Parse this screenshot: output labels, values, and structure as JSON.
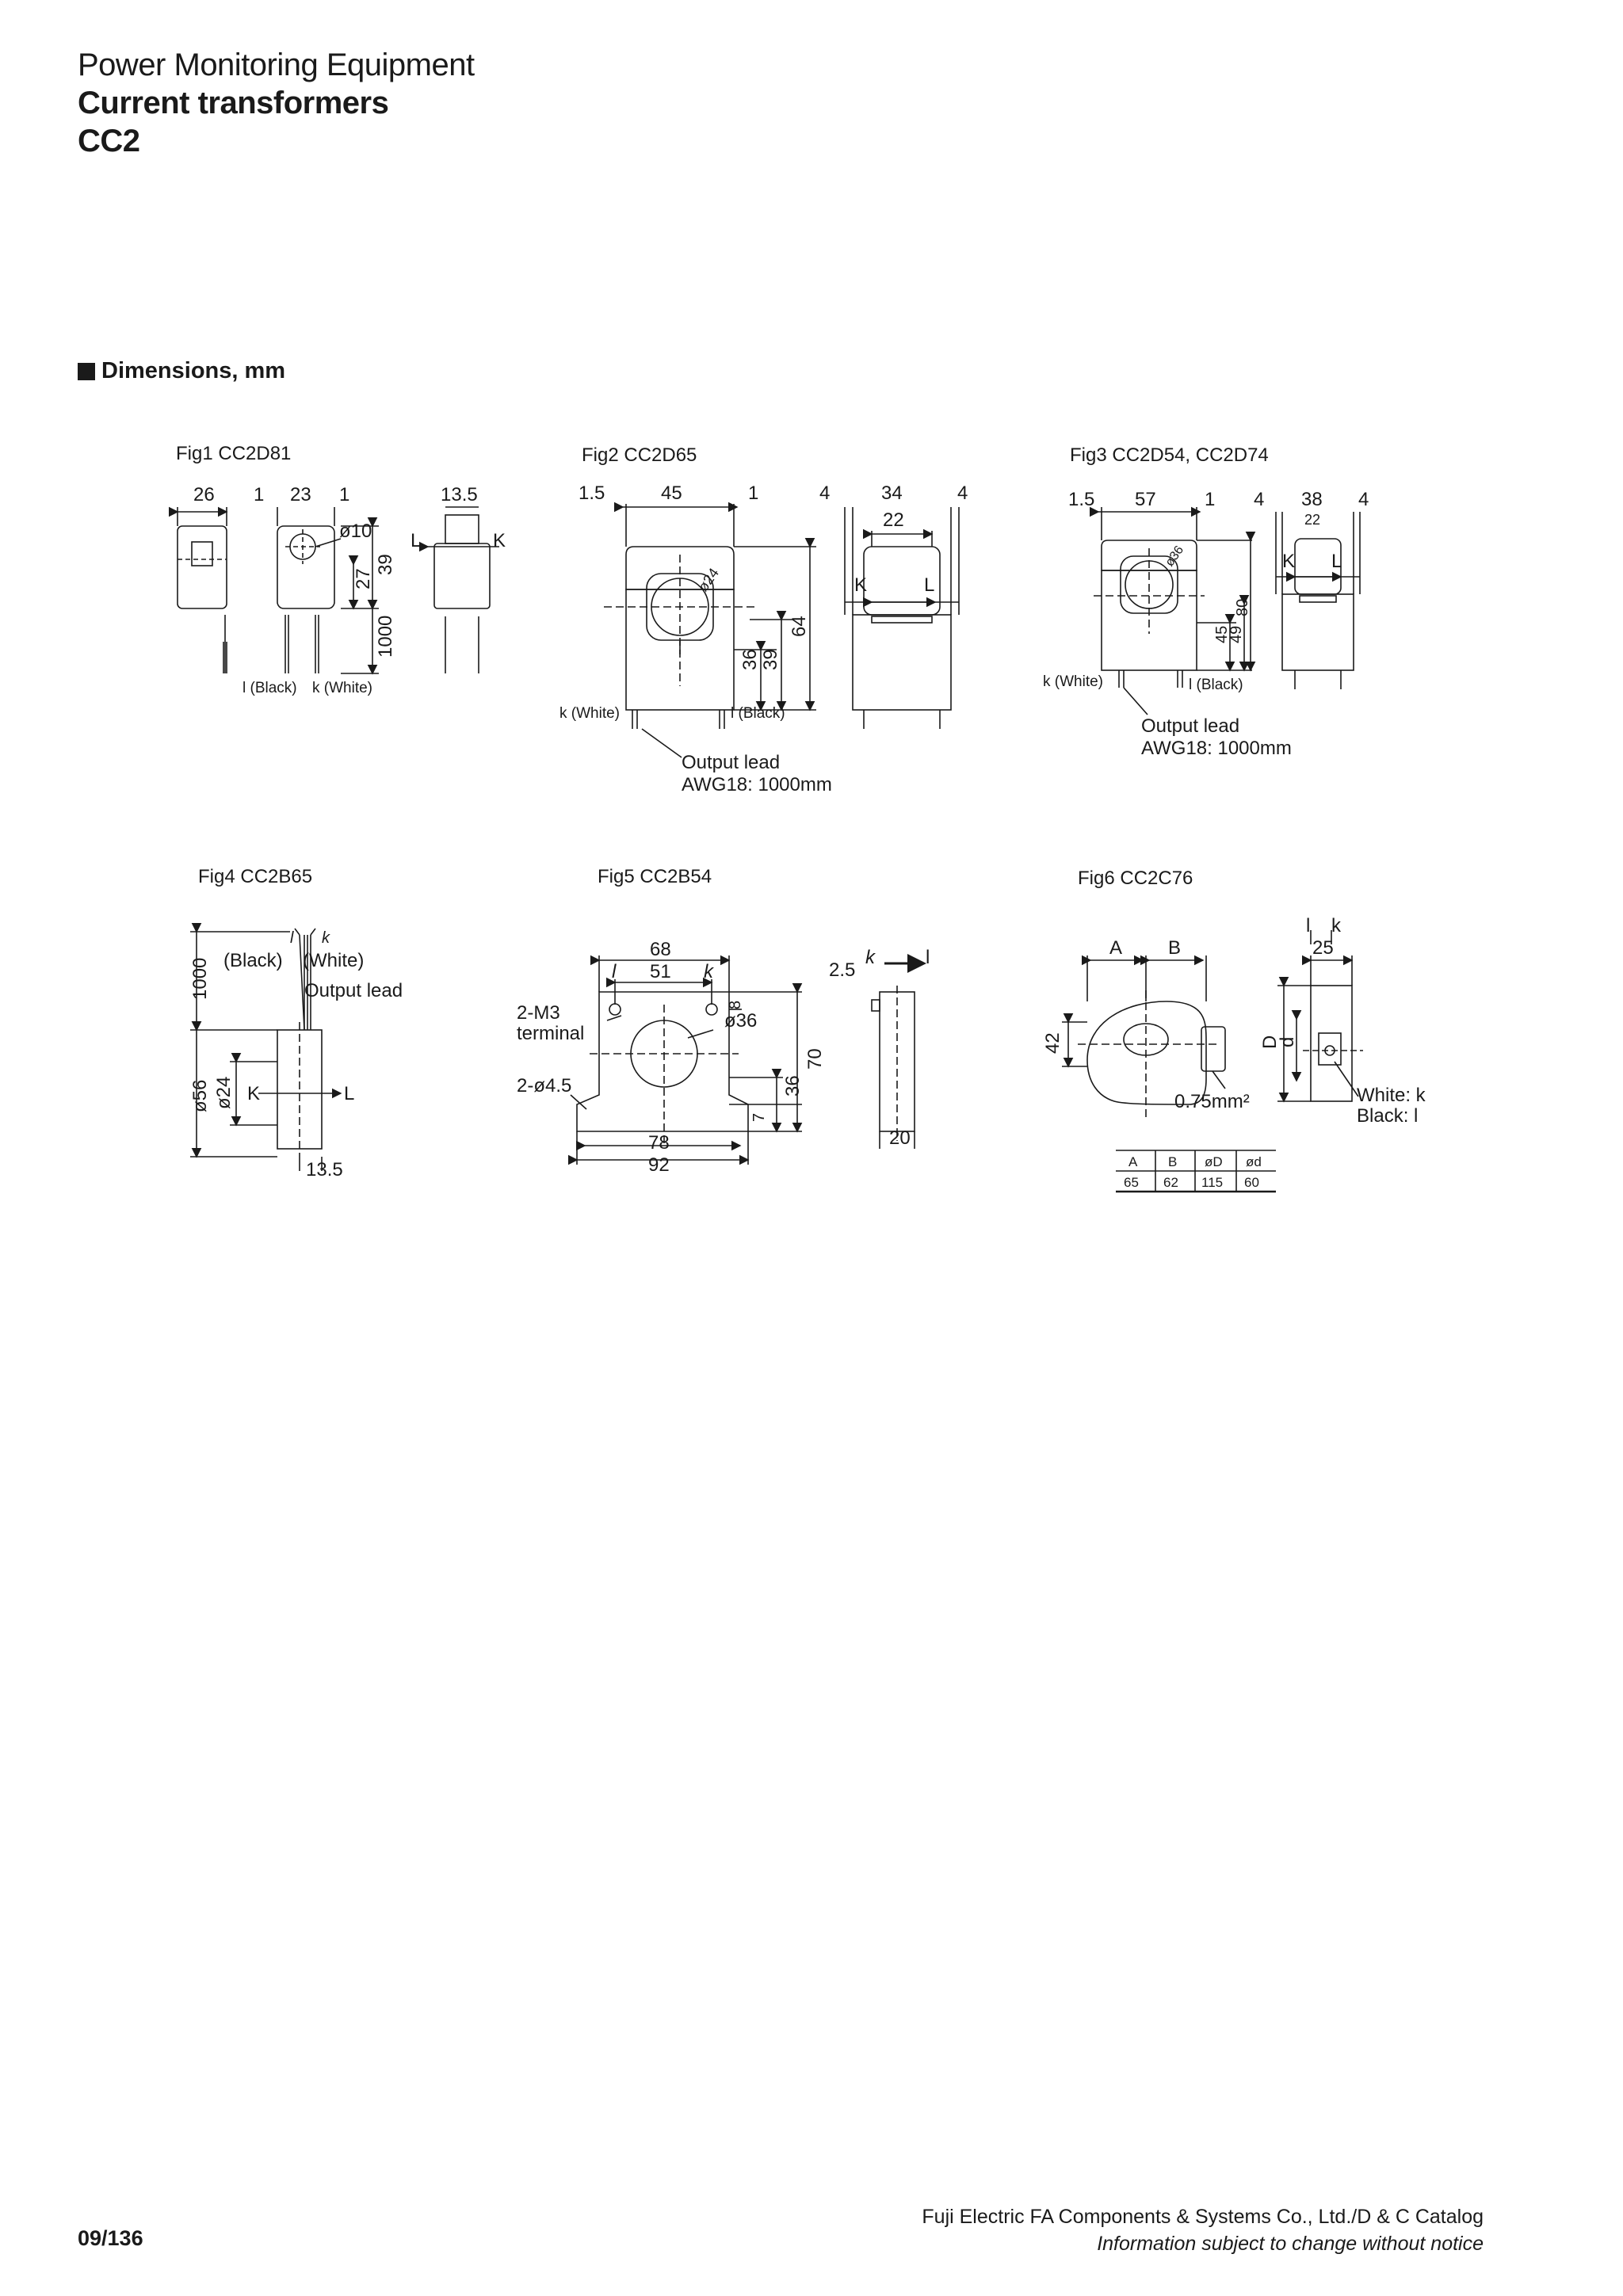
{
  "header": {
    "line1": "Power Monitoring Equipment",
    "line2": "Current transformers",
    "line3": "CC2"
  },
  "section": {
    "title": "Dimensions, mm"
  },
  "figures": {
    "fig1": {
      "title": "Fig1  CC2D81",
      "dims": [
        "26",
        "1",
        "23",
        "1",
        "13.5",
        "ø10",
        "39",
        "27",
        "1000"
      ],
      "marks": [
        "L",
        "K"
      ],
      "leads": [
        "l (Black)",
        "k (White)"
      ]
    },
    "fig2": {
      "title": "Fig2  CC2D65",
      "dims": [
        "1.5",
        "45",
        "1",
        "4",
        "34",
        "4",
        "22",
        "ø24",
        "36",
        "39",
        "64"
      ],
      "marks": [
        "K",
        "L"
      ],
      "leads": [
        "k (White)",
        "l (Black)"
      ],
      "note1": "Output lead",
      "note2": "AWG18: 1000mm"
    },
    "fig3": {
      "title": "Fig3  CC2D54, CC2D74",
      "dims": [
        "1.5",
        "57",
        "1",
        "4",
        "38",
        "4",
        "22",
        "ø36",
        "45",
        "49",
        "80"
      ],
      "marks": [
        "K",
        "L"
      ],
      "leads": [
        "k (White)",
        "l (Black)"
      ],
      "note1": "Output lead",
      "note2": "AWG18: 1000mm"
    },
    "fig4": {
      "title": "Fig4  CC2B65",
      "dims": [
        "1000",
        "ø56",
        "ø24",
        "13.5"
      ],
      "lead_l": "l",
      "lead_k": "k",
      "black": "(Black)",
      "white": "(White)",
      "note": "Output lead",
      "marks": [
        "K",
        "L"
      ]
    },
    "fig5": {
      "title": "Fig5  CC2B54",
      "dims": [
        "68",
        "51",
        "8",
        "ø36",
        "70",
        "36",
        "7",
        "78",
        "92",
        "2.5",
        "20"
      ],
      "terminal1": "2-M3",
      "terminal2": "terminal",
      "hole": "2-ø4.5",
      "l": "l",
      "k": "k"
    },
    "fig6": {
      "title": "Fig6  CC2C76",
      "dims": [
        "A",
        "B",
        "42",
        "D",
        "d",
        "25",
        "0.75mm²"
      ],
      "l": "l",
      "k": "k",
      "white": "White: k",
      "black": "Black: l",
      "table": {
        "headers": [
          "A",
          "B",
          "øD",
          "ød"
        ],
        "row": [
          "65",
          "62",
          "115",
          "60"
        ]
      }
    }
  },
  "footer": {
    "page": "09/136",
    "company": "Fuji Electric FA Components & Systems Co., Ltd./D & C Catalog",
    "notice": "Information subject to change without notice"
  }
}
